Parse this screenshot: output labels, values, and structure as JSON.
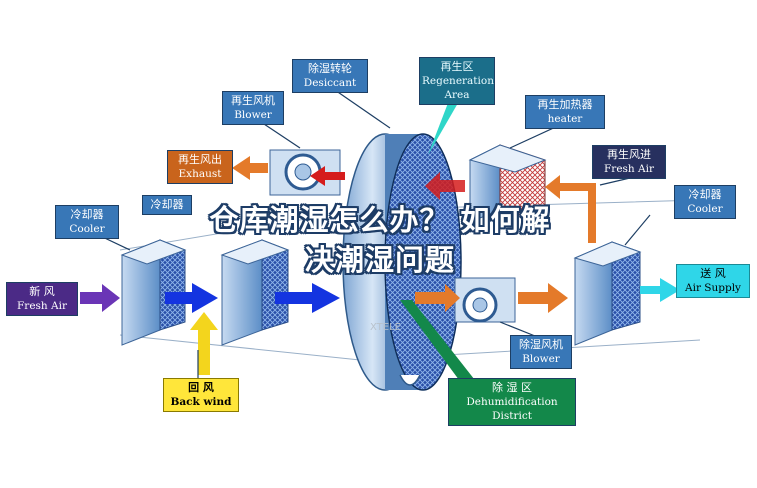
{
  "headline": {
    "line1": "仓库潮湿怎么办？ 如何解",
    "line2": "决潮湿问题"
  },
  "watermark": "XTELE",
  "labels": {
    "desiccant": {
      "zh": "除湿转轮",
      "en": "Desiccant"
    },
    "regeneration_area": {
      "zh": "再生区",
      "en": "Regeneration Area"
    },
    "regen_blower": {
      "zh": "再生风机",
      "en": "Blower"
    },
    "regen_heater": {
      "zh": "再生加热器",
      "en": "heater"
    },
    "regen_exhaust": {
      "zh": "再生风出",
      "en": "Exhaust"
    },
    "regen_fresh_air": {
      "zh": "再生风进",
      "en": "Fresh Air"
    },
    "cooler_left": {
      "zh": "冷却器",
      "en": "Cooler"
    },
    "cooler_mid": {
      "zh": "冷却器",
      "en": ""
    },
    "cooler_right": {
      "zh": "冷却器",
      "en": "Cooler"
    },
    "fresh_air": {
      "zh": "新    风",
      "en": "Fresh Air"
    },
    "air_supply": {
      "zh": "送  风",
      "en": "Air Supply"
    },
    "dehum_blower": {
      "zh": "除湿风机",
      "en": "Blower"
    },
    "back_wind": {
      "zh": "回    风",
      "en": "Back wind"
    },
    "dehum_district": {
      "zh": "除    湿    区",
      "en": "Dehumidification District"
    }
  },
  "colors": {
    "unit_blue": "#3877b7",
    "arrow_red": "#d51c1c",
    "arrow_orange": "#e47a2a",
    "arrow_blue": "#1434e0",
    "arrow_purple": "#6a35b6",
    "arrow_cyan": "#2fd6e8",
    "arrow_yellow": "#f3d51d",
    "leader_green": "#13884a"
  }
}
